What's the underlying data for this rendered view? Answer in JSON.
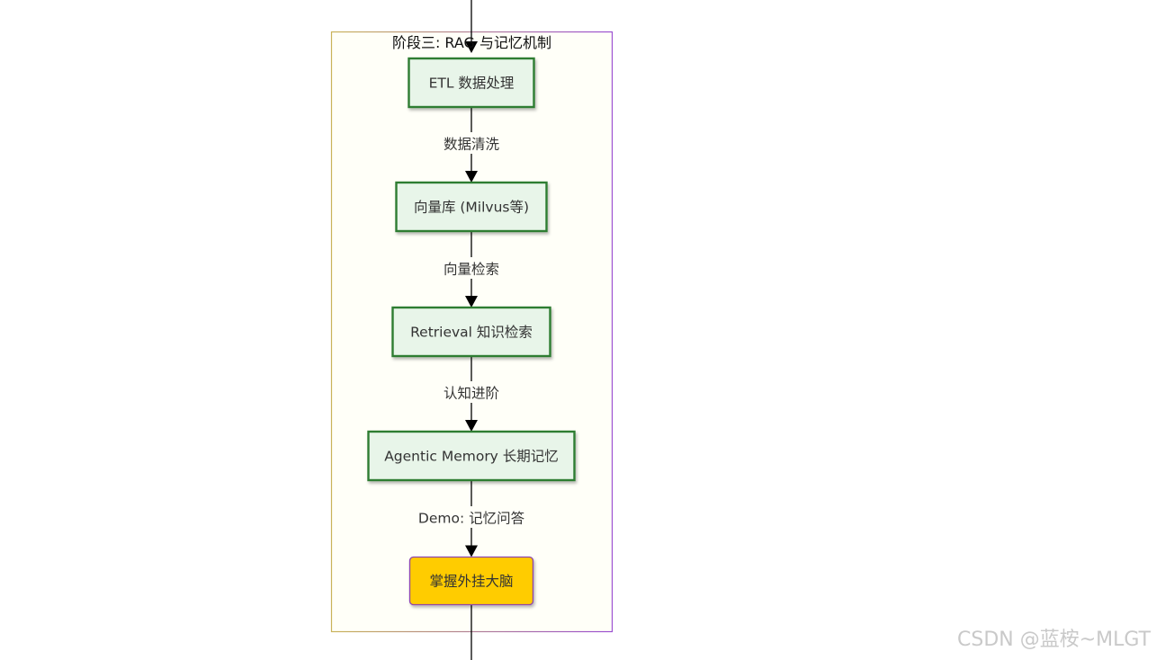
{
  "stage": {
    "title": "阶段三: RAG 与记忆机制",
    "fill": "#fffff8",
    "border_gradient": [
      "#c9b35a",
      "#9b4fd1"
    ]
  },
  "nodes": [
    {
      "id": "etl",
      "label": "ETL 数据处理",
      "style": "process"
    },
    {
      "id": "vector-db",
      "label": "向量库 (Milvus等)",
      "style": "process"
    },
    {
      "id": "retrieval",
      "label": "Retrieval 知识检索",
      "style": "process"
    },
    {
      "id": "agentic-memory",
      "label": "Agentic Memory 长期记忆",
      "style": "process"
    },
    {
      "id": "master-brain",
      "label": "掌握外挂大脑",
      "style": "milestone"
    }
  ],
  "edges": [
    {
      "from": "etl",
      "to": "vector-db",
      "label": "数据清洗"
    },
    {
      "from": "vector-db",
      "to": "retrieval",
      "label": "向量检索"
    },
    {
      "from": "retrieval",
      "to": "agentic-memory",
      "label": "认知进阶"
    },
    {
      "from": "agentic-memory",
      "to": "master-brain",
      "label": "Demo: 记忆问答"
    }
  ],
  "colors": {
    "process_fill": "#e8f5e9",
    "process_stroke": "#2e7d32",
    "milestone_fill": "#ffcc00",
    "milestone_stroke": "#8e44ad",
    "line": "#000000"
  },
  "watermark": "CSDN @蓝桉~MLGT"
}
